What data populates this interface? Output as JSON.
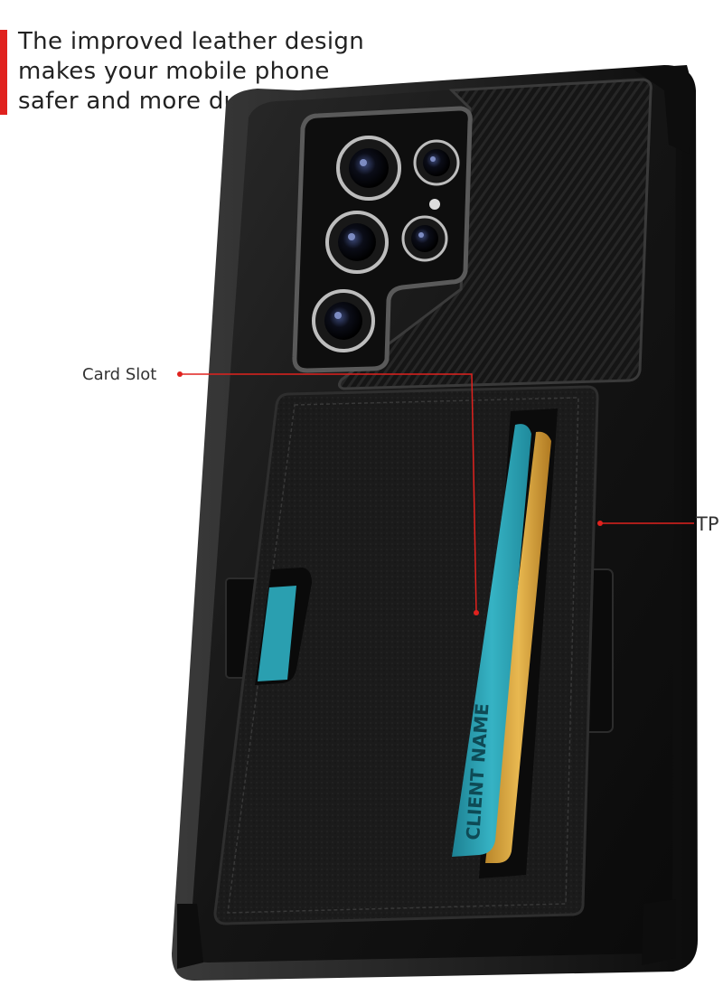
{
  "headline": {
    "lines": [
      "The improved leather design",
      "makes your  mobile phone",
      "safer and more durable."
    ]
  },
  "callouts": {
    "card_slot": "Card Slot",
    "tpu": "TP"
  },
  "card": {
    "text": "CLIENT NAME"
  },
  "colors": {
    "accent": "#e0221e",
    "case": "#141414",
    "card_teal": "#2a9fb0",
    "card_gold": "#d9a53a"
  }
}
